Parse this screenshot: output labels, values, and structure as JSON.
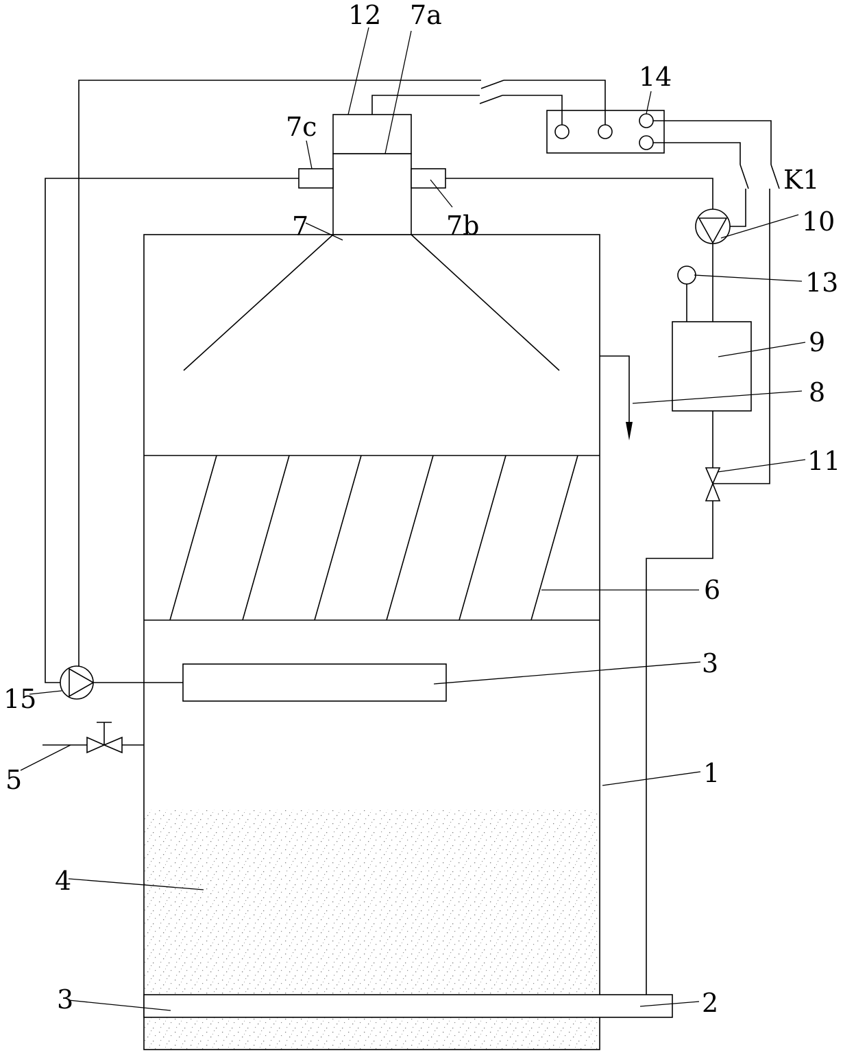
{
  "labels": {
    "l12": "12",
    "l7a": "7a",
    "l14": "14",
    "l7c": "7c",
    "lK1": "K1",
    "l7": "7",
    "l7b": "7b",
    "l10": "10",
    "l13": "13",
    "l9": "9",
    "l8": "8",
    "l11": "11",
    "l6": "6",
    "l3a": "3",
    "l15": "15",
    "l5": "5",
    "l1": "1",
    "l4": "4",
    "l3b": "3",
    "l2": "2"
  }
}
